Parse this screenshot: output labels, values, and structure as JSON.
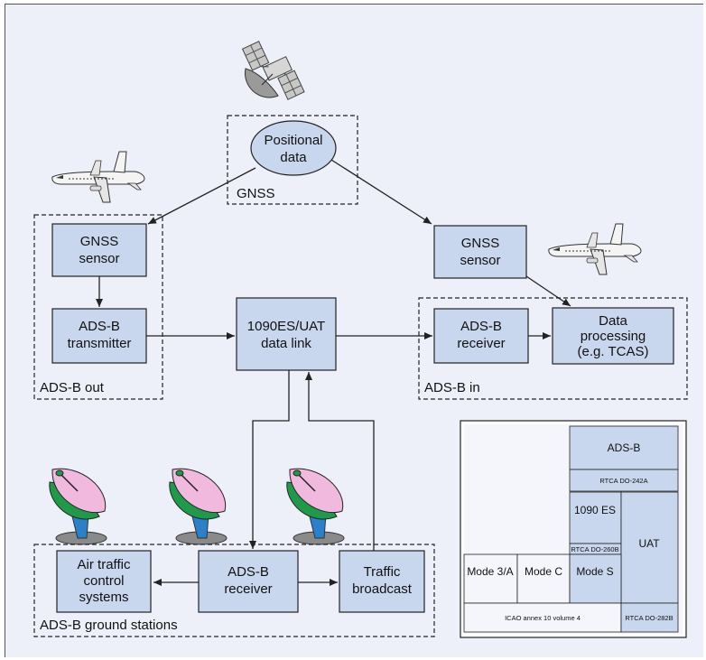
{
  "diagram": {
    "gnss": {
      "node_positional_line1": "Positional",
      "node_positional_line2": "data",
      "group_label": "GNSS"
    },
    "ads_b_out": {
      "gnss_sensor_line1": "GNSS",
      "gnss_sensor_line2": "sensor",
      "transmitter_line1": "ADS-B",
      "transmitter_line2": "transmitter",
      "group_label": "ADS-B out"
    },
    "data_link": {
      "line1": "1090ES/UAT",
      "line2": "data link"
    },
    "ads_b_in": {
      "gnss_sensor_line1": "GNSS",
      "gnss_sensor_line2": "sensor",
      "receiver_line1": "ADS-B",
      "receiver_line2": "receiver",
      "processing_line1": "Data",
      "processing_line2": "processing",
      "processing_line3": "(e.g. TCAS)",
      "group_label": "ADS-B in"
    },
    "ground": {
      "atc_line1": "Air traffic",
      "atc_line2": "control",
      "atc_line3": "systems",
      "receiver_line1": "ADS-B",
      "receiver_line2": "receiver",
      "broadcast_line1": "Traffic",
      "broadcast_line2": "broadcast",
      "group_label": "ADS-B ground stations"
    },
    "standards": {
      "ads_b": "ADS-B",
      "rtca_242a": "RTCA DO-242A",
      "es_1090": "1090 ES",
      "uat": "UAT",
      "rtca_260b": "RTCA DO-260B",
      "mode_3a": "Mode 3/A",
      "mode_c": "Mode C",
      "mode_s": "Mode S",
      "icao": "ICAO annex 10 volume 4",
      "rtca_282b": "RTCA DO-282B"
    }
  },
  "colors": {
    "panel_bg": "#edf0f8",
    "box_fill": "#c9d7ee",
    "dish_pink": "#f2b9de",
    "dish_green": "#1f9a4a",
    "dish_blue": "#2c7fc9",
    "base_gray": "#8a8a8a"
  }
}
